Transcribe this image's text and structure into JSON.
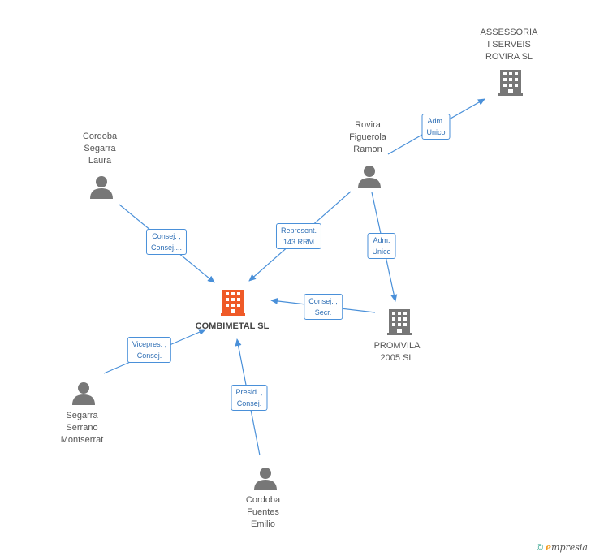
{
  "colors": {
    "edge": "#4a90d9",
    "person": "#777777",
    "company": "#777777",
    "main_company": "#ef5a28"
  },
  "nodes": {
    "combimetal": {
      "label": "COMBIMETAL SL",
      "kind": "company-main"
    },
    "assessoria": {
      "lines": [
        "ASSESSORIA",
        "I SERVEIS",
        "ROVIRA SL"
      ],
      "kind": "company"
    },
    "promvila": {
      "lines": [
        "PROMVILA",
        "2005 SL"
      ],
      "kind": "company"
    },
    "rovira": {
      "lines": [
        "Rovira",
        "Figuerola",
        "Ramon"
      ],
      "kind": "person"
    },
    "laura": {
      "lines": [
        "Cordoba",
        "Segarra",
        "Laura"
      ],
      "kind": "person"
    },
    "montserrat": {
      "lines": [
        "Segarra",
        "Serrano",
        "Montserrat"
      ],
      "kind": "person"
    },
    "emilio": {
      "lines": [
        "Cordoba",
        "Fuentes",
        "Emilio"
      ],
      "kind": "person"
    }
  },
  "edges": [
    {
      "id": "rovira-assessoria",
      "lines": [
        "Adm.",
        "Unico"
      ]
    },
    {
      "id": "rovira-combimetal",
      "lines": [
        "Represent.",
        "143 RRM"
      ]
    },
    {
      "id": "rovira-promvila",
      "lines": [
        "Adm.",
        "Unico"
      ]
    },
    {
      "id": "laura-combimetal",
      "lines": [
        "Consej. ,",
        "Consej...."
      ]
    },
    {
      "id": "promvila-combimetal",
      "lines": [
        "Consej. ,",
        "Secr."
      ]
    },
    {
      "id": "montserrat-combimetal",
      "lines": [
        "Vicepres. ,",
        "Consej."
      ]
    },
    {
      "id": "emilio-combimetal",
      "lines": [
        "Presid. ,",
        "Consej."
      ]
    }
  ],
  "footer": {
    "copyright": "©",
    "brand_initial": "e",
    "brand_rest": "mpresia"
  }
}
